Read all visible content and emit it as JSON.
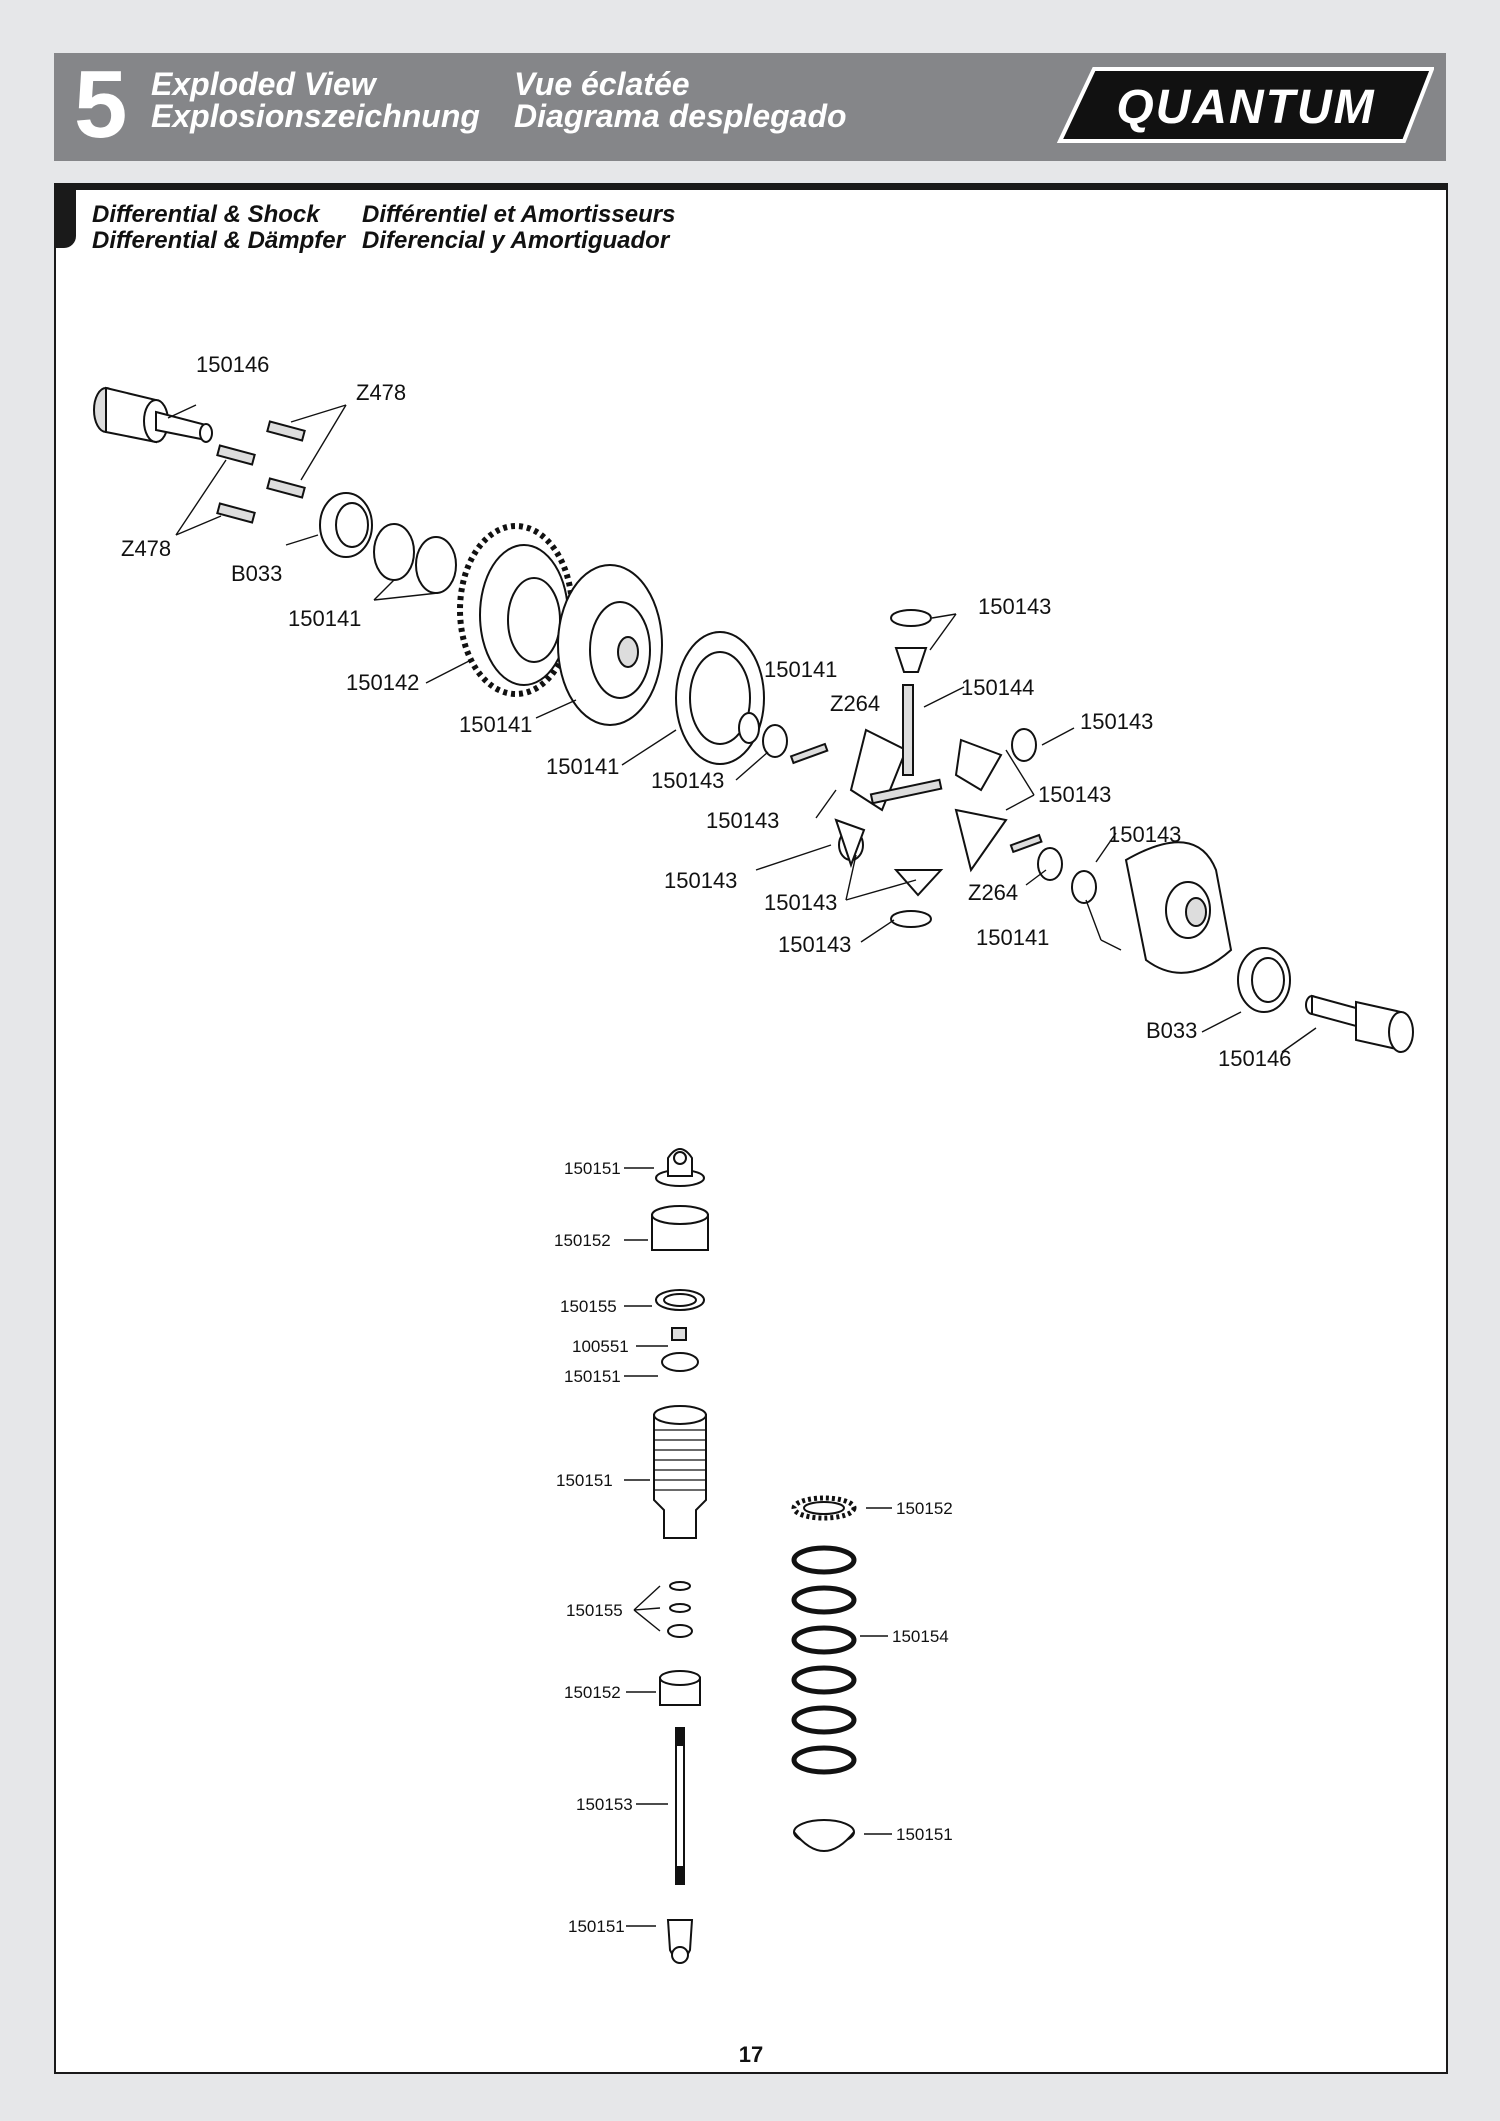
{
  "header": {
    "step_number": "5",
    "title_en": "Exploded View",
    "title_de": "Explosionszeichnung",
    "title_fr": "Vue éclatée",
    "title_es": "Diagrama desplegado",
    "logo_text": "QUANTUM"
  },
  "section": {
    "title_en": "Differential & Shock",
    "title_de": "Differential & Dämpfer",
    "title_fr": "Différentiel et Amortisseurs",
    "title_es": "Diferencial y Amortiguador"
  },
  "diff_labels": {
    "l1": "150146",
    "l2": "Z478",
    "l3": "Z478",
    "l4": "B033",
    "l5": "150141",
    "l6": "150142",
    "l7": "150141",
    "l8": "150141",
    "l9": "150143",
    "l10": "150141",
    "l11": "Z264",
    "l12": "150144",
    "l13": "150143",
    "l14": "150143",
    "l15": "150143",
    "l16": "150143",
    "l17": "150143",
    "l18": "150143",
    "l19": "150143",
    "l20": "Z264",
    "l21": "150141",
    "l22": "150143",
    "l23": "B033",
    "l24": "150146"
  },
  "shock_labels": {
    "s1": "150151",
    "s2": "150152",
    "s3": "150155",
    "s4": "100551",
    "s5": "150151",
    "s6": "150151",
    "s7": "150152",
    "s8": "150155",
    "s9": "150154",
    "s10": "150152",
    "s11": "150151",
    "s12": "150153",
    "s13": "150151"
  },
  "page_number": "17"
}
